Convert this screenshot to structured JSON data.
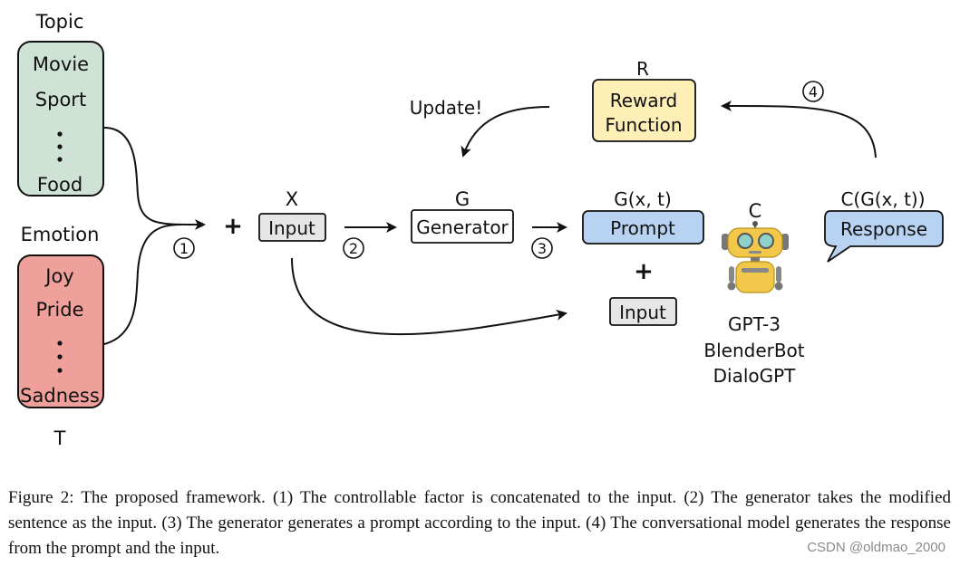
{
  "diagram": {
    "topic_title": "Topic",
    "topics": [
      "Movie",
      "Sport",
      "Food"
    ],
    "emotion_title": "Emotion",
    "emotions": [
      "Joy",
      "Pride",
      "Sadness"
    ],
    "t_label": "T",
    "x_label": "X",
    "input_label": "Input",
    "g_label": "G",
    "generator_label": "Generator",
    "prompt_symbol": "G(x, t)",
    "prompt_label": "Prompt",
    "input2_label": "Input",
    "plus": "+",
    "c_label": "C",
    "models": [
      "GPT-3",
      "BlenderBot",
      "DialoGPT"
    ],
    "response_symbol": "C(G(x, t))",
    "response_label": "Response",
    "r_label": "R",
    "reward_line1": "Reward",
    "reward_line2": "Function",
    "update_label": "Update!",
    "steps": [
      "1",
      "2",
      "3",
      "4"
    ]
  },
  "colors": {
    "topic_fill": "#cfe2d6",
    "emotion_fill": "#f0a09b",
    "prompt_fill": "#b8d3f2",
    "response_fill": "#b8d3f2",
    "reward_fill": "#fdefb5",
    "input_fill": "#e6e6e6",
    "robot_body": "#f2c84b",
    "robot_eye": "#8fd0c8"
  },
  "caption": "Figure 2: The proposed framework. (1) The controllable factor is concatenated to the input. (2) The generator takes the modified sentence as the input. (3) The generator generates a prompt according to the input. (4) The conversational model generates the response from the prompt and the input.",
  "watermark": "CSDN @oldmao_2000"
}
